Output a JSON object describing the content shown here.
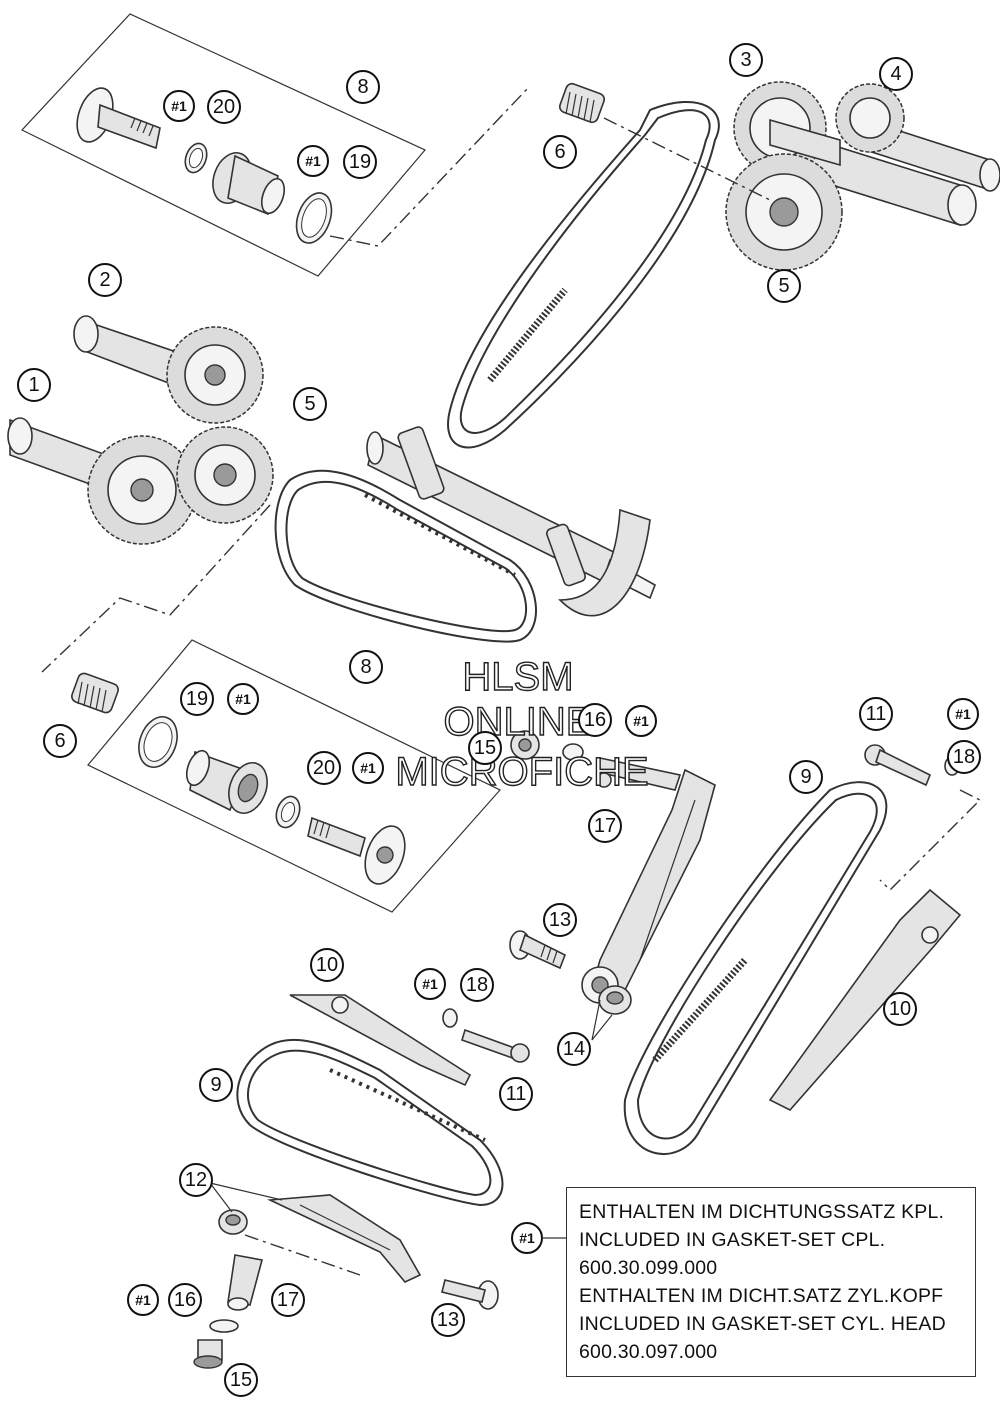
{
  "watermark": {
    "line1": "HLSM",
    "line2": "ONLINE",
    "line3": "MICROFICHE"
  },
  "callouts": {
    "c1": "1",
    "c2": "2",
    "c3": "3",
    "c4": "4",
    "c5a": "5",
    "c5b": "5",
    "c6a": "6",
    "c6b": "6",
    "c8a": "8",
    "c8b": "8",
    "c9a": "9",
    "c9b": "9",
    "c10a": "10",
    "c10b": "10",
    "c11a": "11",
    "c11b": "11",
    "c12": "12",
    "c13a": "13",
    "c13b": "13",
    "c14": "14",
    "c15a": "15",
    "c15b": "15",
    "c16a": "16",
    "c16b": "16",
    "c17a": "17",
    "c17b": "17",
    "c18a": "18",
    "c18b": "18",
    "c19a": "19",
    "c19b": "19",
    "c20a": "20",
    "c20b": "20",
    "h1": "#1"
  },
  "note": {
    "line1": "ENTHALTEN IM DICHTUNGSSATZ KPL.",
    "line2": "INCLUDED IN GASKET-SET CPL.",
    "line3": "600.30.099.000",
    "line4": "ENTHALTEN IM DICHT.SATZ ZYL.KOPF",
    "line5": "INCLUDED IN GASKET-SET CYL. HEAD",
    "line6": "600.30.097.000"
  }
}
